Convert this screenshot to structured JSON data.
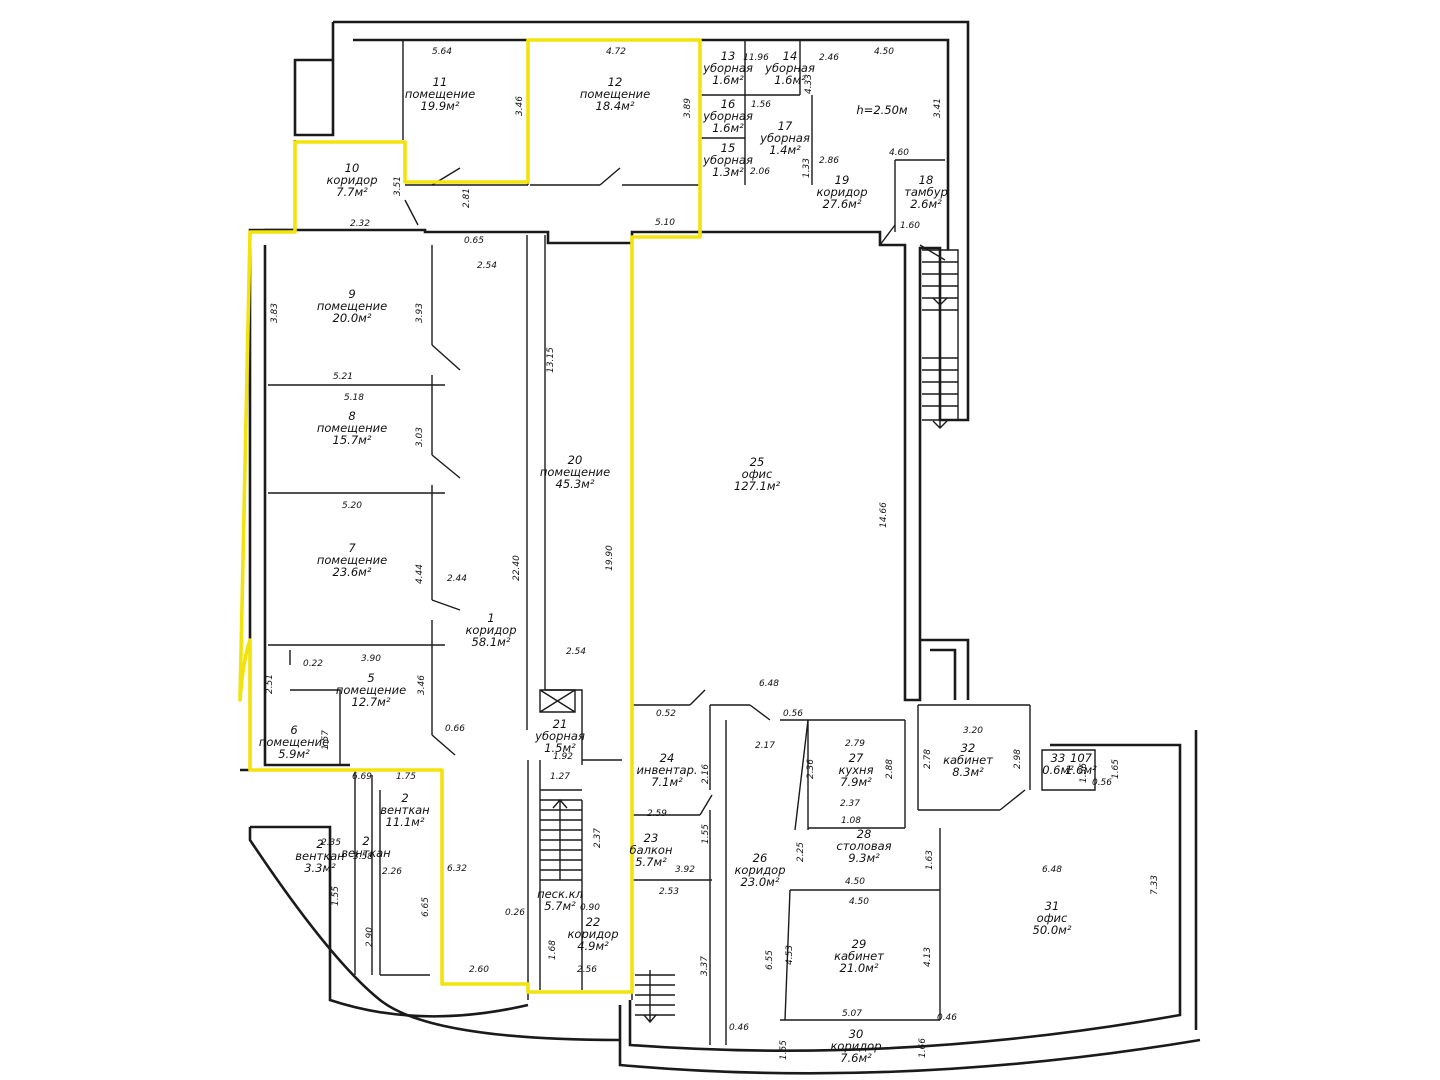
{
  "plan": {
    "highlight_color": "#f2e30c",
    "wall_color": "#1a1a1a",
    "rooms": [
      {
        "id": "r1",
        "num": "1",
        "name": "коридор",
        "area": "58.1м²"
      },
      {
        "id": "r2a",
        "num": "2",
        "name": "вентκан",
        "area": "11.1м²"
      },
      {
        "id": "r2b",
        "num": "2",
        "name": "вентκан",
        "area": "3.3м²"
      },
      {
        "id": "r2c",
        "num": "2",
        "name": "вентκан",
        "area": ""
      },
      {
        "id": "r5",
        "num": "5",
        "name": "помещение",
        "area": "12.7м²"
      },
      {
        "id": "r6",
        "num": "6",
        "name": "помещение",
        "area": "5.9м²"
      },
      {
        "id": "r7",
        "num": "7",
        "name": "помещение",
        "area": "23.6м²"
      },
      {
        "id": "r8",
        "num": "8",
        "name": "помещение",
        "area": "15.7м²"
      },
      {
        "id": "r9",
        "num": "9",
        "name": "помещение",
        "area": "20.0м²"
      },
      {
        "id": "r10",
        "num": "10",
        "name": "коридор",
        "area": "7.7м²"
      },
      {
        "id": "r11",
        "num": "11",
        "name": "помещение",
        "area": "19.9м²"
      },
      {
        "id": "r12",
        "num": "12",
        "name": "помещение",
        "area": "18.4м²"
      },
      {
        "id": "r13",
        "num": "13",
        "name": "уборная",
        "area": "1.6м²"
      },
      {
        "id": "r14",
        "num": "14",
        "name": "уборная",
        "area": "1.6м²"
      },
      {
        "id": "r15",
        "num": "15",
        "name": "уборная",
        "area": "1.3м²"
      },
      {
        "id": "r16",
        "num": "16",
        "name": "уборная",
        "area": "1.6м²"
      },
      {
        "id": "r17",
        "num": "17",
        "name": "уборная",
        "area": "1.4м²"
      },
      {
        "id": "r18",
        "num": "18",
        "name": "тамбур",
        "area": "2.6м²"
      },
      {
        "id": "r19",
        "num": "19",
        "name": "коридор",
        "area": "27.6м²"
      },
      {
        "id": "r20",
        "num": "20",
        "name": "помещение",
        "area": "45.3м²"
      },
      {
        "id": "r21",
        "num": "21",
        "name": "уборная",
        "area": "1.5м²"
      },
      {
        "id": "r22",
        "num": "22",
        "name": "коридор",
        "area": "4.9м²"
      },
      {
        "id": "r22p",
        "num": "",
        "name": "песк.кл",
        "area": "5.7м²"
      },
      {
        "id": "r23",
        "num": "23",
        "name": "балкон",
        "area": "5.7м²"
      },
      {
        "id": "r24",
        "num": "24",
        "name": "инвентар.",
        "area": "7.1м²"
      },
      {
        "id": "r25",
        "num": "25",
        "name": "офис",
        "area": "127.1м²"
      },
      {
        "id": "r26",
        "num": "26",
        "name": "коридор",
        "area": "23.0м²"
      },
      {
        "id": "r27",
        "num": "27",
        "name": "кухня",
        "area": "7.9м²"
      },
      {
        "id": "r28",
        "num": "28",
        "name": "столовая",
        "area": "9.3м²"
      },
      {
        "id": "r29",
        "num": "29",
        "name": "кабинет",
        "area": "21.0м²"
      },
      {
        "id": "r30",
        "num": "30",
        "name": "коридор",
        "area": "7.6м²"
      },
      {
        "id": "r31",
        "num": "31",
        "name": "офис",
        "area": "50.0м²"
      },
      {
        "id": "r32",
        "num": "32",
        "name": "кабинет",
        "area": "8.3м²"
      },
      {
        "id": "r33",
        "num": "33",
        "name": "",
        "area": "0.6м²"
      },
      {
        "id": "r107",
        "num": "107",
        "name": "",
        "area": "1.6м²"
      }
    ],
    "height_note": "h=2.50м",
    "dimensions": [
      "5.64",
      "4.72",
      "11.96",
      "2.46",
      "4.50",
      "3.46",
      "3.89",
      "4.33",
      "1.56",
      "3.41",
      "2.86",
      "2.06",
      "1.33",
      "4.60",
      "1.60",
      "2.32",
      "0.65",
      "2.81",
      "3.51",
      "5.10",
      "2.54",
      "3.83",
      "3.93",
      "13.15",
      "5.21",
      "5.18",
      "3.03",
      "5.20",
      "4.44",
      "2.44",
      "22.40",
      "19.90",
      "14.66",
      "0.22",
      "3.90",
      "2.51",
      "3.46",
      "2.54",
      "6.48",
      "0.52",
      "0.56",
      "0.66",
      "1.57",
      "6.69",
      "1.75",
      "1.27",
      "1.92",
      "2.16",
      "2.17",
      "2.79",
      "2.36",
      "2.88",
      "3.20",
      "2.78",
      "2.98",
      "1.65",
      "0.56",
      "1.56",
      "2.59",
      "1.55",
      "2.37",
      "1.08",
      "2.25",
      "1.63",
      "2.35",
      "3.58",
      "2.26",
      "6.32",
      "1.55",
      "3.92",
      "4.50",
      "2.53",
      "6.48",
      "7.33",
      "4.50",
      "6.55",
      "4.53",
      "4.13",
      "0.26",
      "0.90",
      "1.68",
      "2.56",
      "2.60",
      "2.90",
      "6.65",
      "3.37",
      "0.46",
      "5.07",
      "0.46",
      "1.55",
      "1.66",
      "2.37"
    ]
  }
}
